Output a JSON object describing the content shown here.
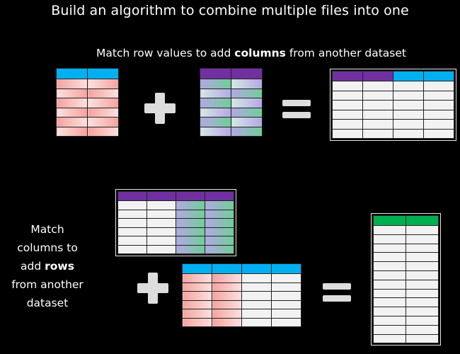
{
  "title": "Build an algorithm to combine multiple files into one",
  "top_section": {
    "caption_before": "Match row values to add ",
    "caption_bold": "columns",
    "caption_after": " from another dataset"
  },
  "bottom_section": {
    "label_line1": "Match",
    "label_line2": "columns to",
    "label_line3_before": "add ",
    "label_line3_bold": "rows",
    "label_line4": "from another",
    "label_line5": "dataset"
  },
  "colors": {
    "blue_header": "#00b0f0",
    "purple_header": "#7030a0",
    "green_header": "#00b050",
    "salmon": "#f4a3a0",
    "light_pink": "#fbe1df",
    "lavender": "#b4a7e6",
    "sea_green": "#6fcf97",
    "light_teal": "#d5e8e2",
    "blank_cell": "#f2f2f2",
    "symbol": "#dddddd"
  }
}
